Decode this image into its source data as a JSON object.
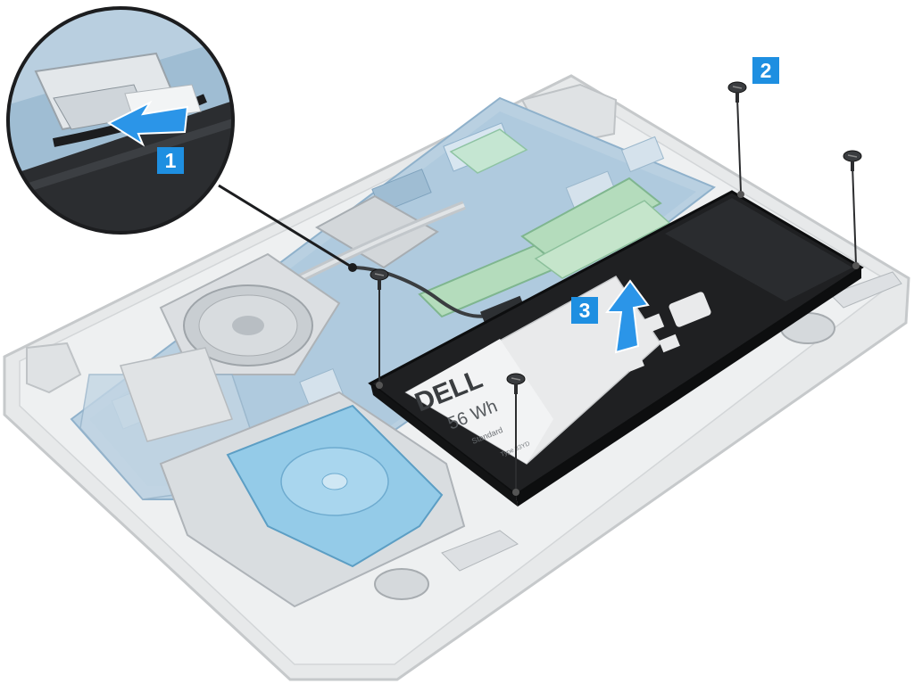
{
  "steps": [
    {
      "number": "1",
      "action": "disconnect-battery-cable",
      "arrow_direction": "left"
    },
    {
      "number": "2",
      "action": "remove-screws",
      "screw_count": 4
    },
    {
      "number": "3",
      "action": "lift-battery",
      "arrow_direction": "up"
    }
  ],
  "battery": {
    "brand": "DELL",
    "capacity": "56 Wh",
    "label": "Standard",
    "type_text": "Type 33YD"
  },
  "callout": {
    "kind": "magnified-inset",
    "shows": "battery-cable-connector"
  },
  "colors": {
    "badge": "#1E8FE1",
    "arrow": "#2B95E8",
    "battery": "#202124",
    "battery_label": "#E9EAEB",
    "motherboard": "#8FB6D3",
    "chassis": "#E7E9EA",
    "hdd": "#7FC3E6",
    "ram": "#9AD1A8"
  }
}
